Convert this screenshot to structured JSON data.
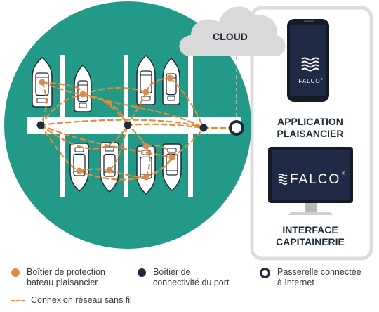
{
  "colors": {
    "harbor": "#239a88",
    "boat_device": "#d98b4e",
    "connectivity_box": "#1d2a3a",
    "gateway": "#1d2a3a",
    "wireless": "#e58a3a",
    "cloud": "#d9d9d9",
    "panel_border": "#dcdcdc",
    "falco_brand": "#1f2a44"
  },
  "cloud": {
    "label": "CLOUD"
  },
  "phone": {
    "brand": "FALCO",
    "brand_mark": "®"
  },
  "labels": {
    "app": "APPLICATION\nPLAISANCIER",
    "interface": "INTERFACE\nCAPITAINERIE"
  },
  "monitor": {
    "brand": "FALCO",
    "brand_mark": "®"
  },
  "legend": {
    "boat_device": "Boîtier de protection\nbateau plaisancier",
    "connectivity": "Boîtier de\nconnectivité du port",
    "gateway": "Passerelle connectée\nà Internet",
    "wireless": "Connexion réseau sans fil"
  }
}
